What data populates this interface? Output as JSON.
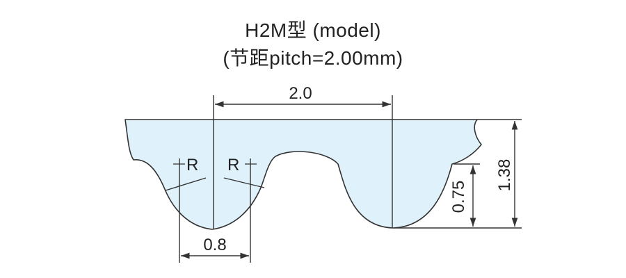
{
  "title": {
    "line1": "H2M型 (model)",
    "line2": "(节距pitch=2.00mm)"
  },
  "colors": {
    "belt_fill": "#dff1fb",
    "line": "#333333"
  },
  "dimensions": {
    "pitch": "2.0",
    "tooth_width": "0.8",
    "tooth_height": "0.75",
    "total_height": "1.38",
    "radius_left": "R",
    "radius_right": "R"
  }
}
